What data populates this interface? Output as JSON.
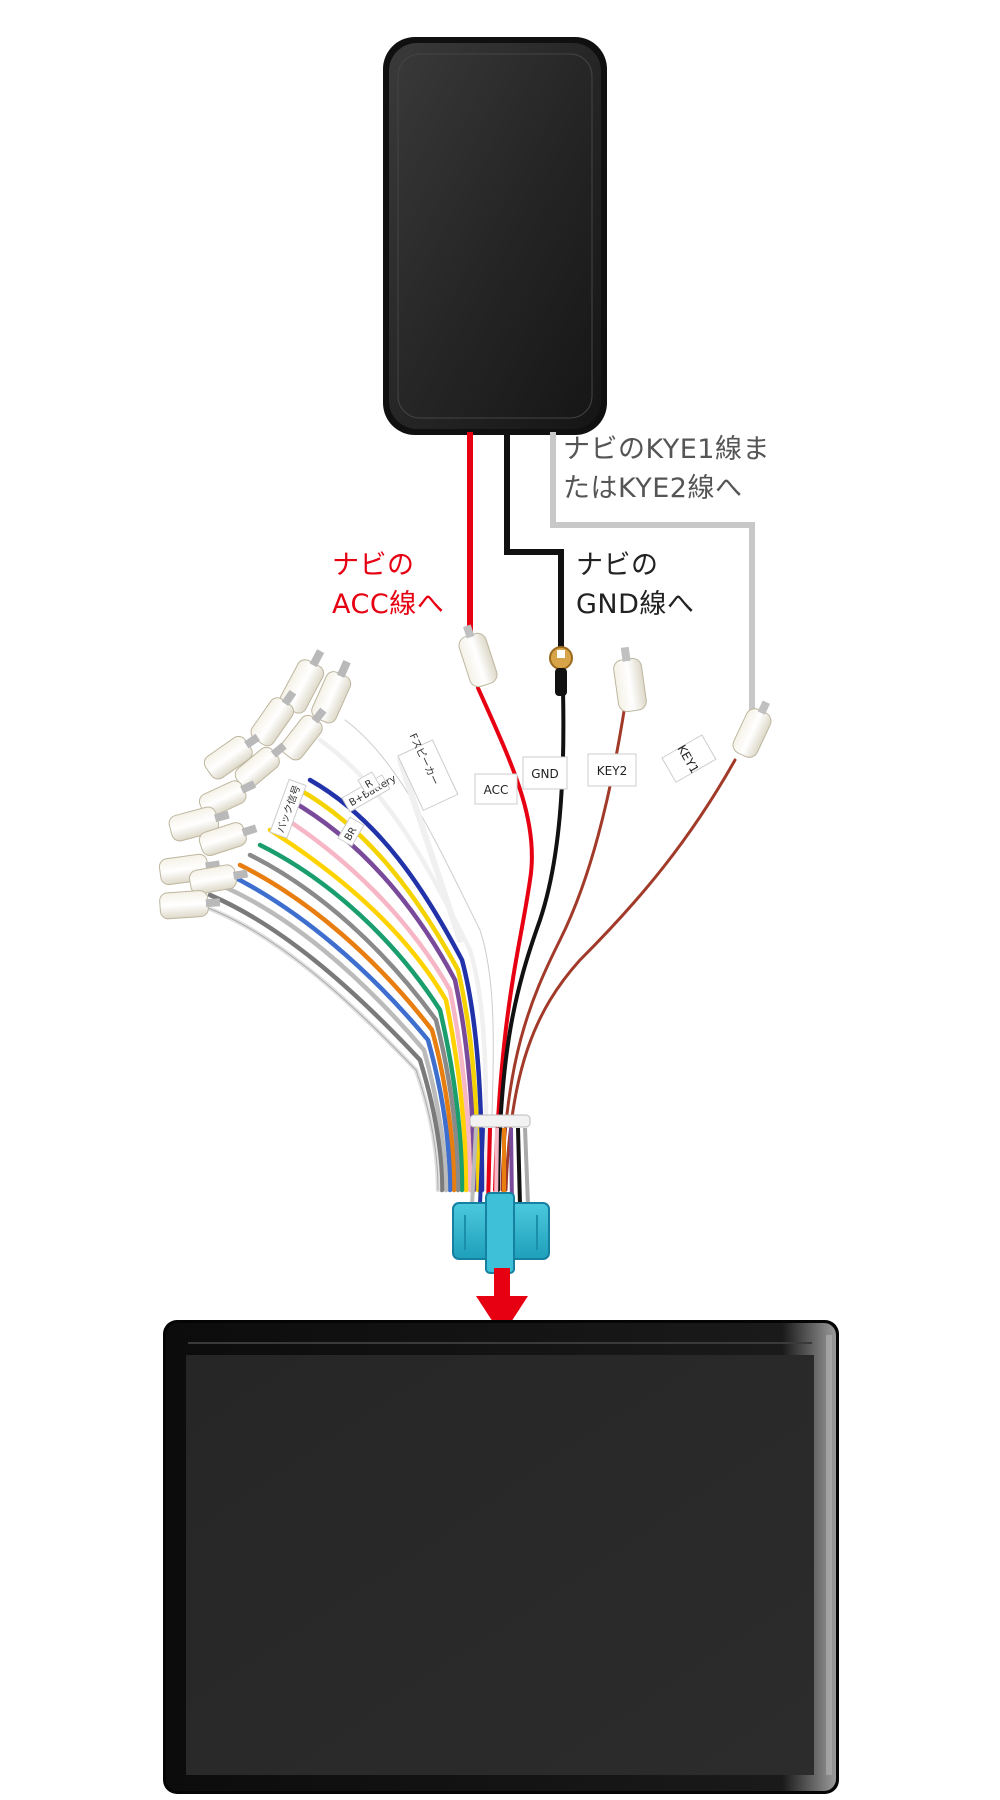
{
  "colors": {
    "acc": "#e60012",
    "gnd": "#111111",
    "key": "#c8c8c8",
    "text": "#222222",
    "connector": "#2bb7d0",
    "arrow": "#e60012"
  },
  "callouts": {
    "key": {
      "line1": "ナビのKYE1線ま",
      "line2": "たはKYE2線へ"
    },
    "acc": {
      "line1": "ナビの",
      "line2": "ACC線へ"
    },
    "gnd": {
      "line1": "ナビの",
      "line2": "GND線へ"
    }
  },
  "wire_tags": {
    "acc": "ACC",
    "gnd": "GND",
    "key2": "KEY2",
    "key1": "KEY1"
  },
  "harness_tags": {
    "speaker": "Fスピーカー",
    "back": "バック信号",
    "battery": "B+Battery",
    "r": "R",
    "br": "BR"
  },
  "icons": {
    "module": "control-box-icon",
    "connector": "wiring-connector-icon",
    "arrow": "down-arrow-icon",
    "screen": "car-navigation-display-icon"
  }
}
